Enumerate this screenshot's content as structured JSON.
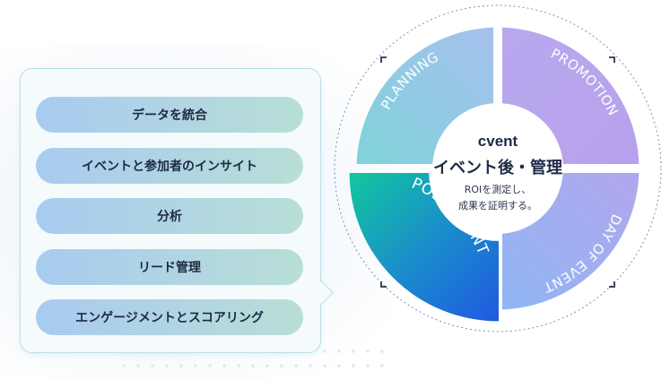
{
  "feature_list": [
    "データを統合",
    "イベントと参加者のインサイト",
    "分析",
    "リード管理",
    "エンゲージメントとスコアリング"
  ],
  "cycle": {
    "brand": "cvent",
    "center_title": "イベント後・管理",
    "center_sub_line1": "ROIを測定し、",
    "center_sub_line2": "成果を証明する。",
    "segments": [
      "PLANNING",
      "PROMOTION",
      "DAY OF EVENT",
      "POST EVENT"
    ],
    "colors": {
      "planning": "#8ecfe0",
      "promotion": "#b9a8ee",
      "day_of_event": "#9fb8f4",
      "post_event_start": "#12c79d",
      "post_event_end": "#1f5ae0",
      "title_text": "#1e2a45"
    }
  }
}
